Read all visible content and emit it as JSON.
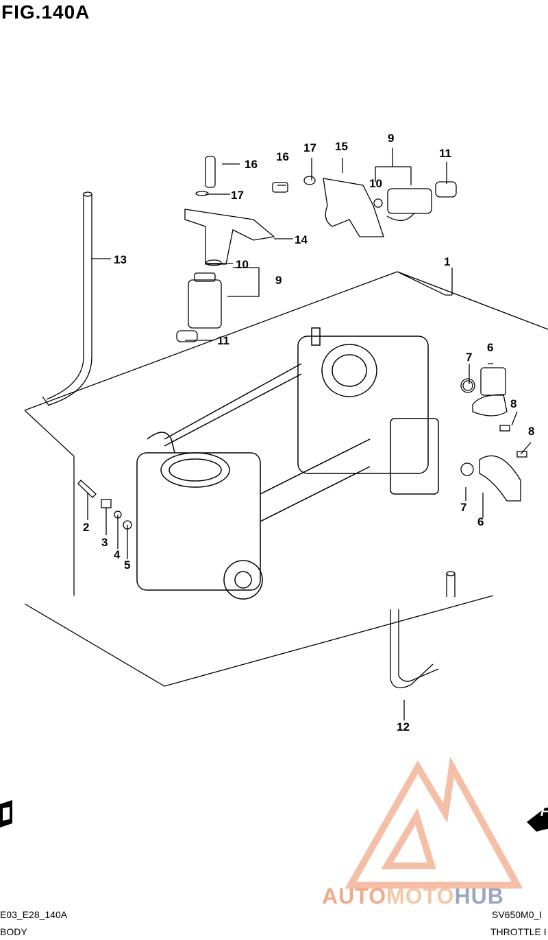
{
  "figure": {
    "title": "FIG.140A"
  },
  "callouts": [
    {
      "id": "c16a",
      "label": "16"
    },
    {
      "id": "c17a",
      "label": "17"
    },
    {
      "id": "c14",
      "label": "14"
    },
    {
      "id": "c10a",
      "label": "10"
    },
    {
      "id": "c9a",
      "label": "9"
    },
    {
      "id": "c11a",
      "label": "11"
    },
    {
      "id": "c13",
      "label": "13"
    },
    {
      "id": "c16b",
      "label": "16"
    },
    {
      "id": "c17b",
      "label": "17"
    },
    {
      "id": "c15",
      "label": "15"
    },
    {
      "id": "c9b",
      "label": "9"
    },
    {
      "id": "c10b",
      "label": "10"
    },
    {
      "id": "c11b",
      "label": "11"
    },
    {
      "id": "c1",
      "label": "1"
    },
    {
      "id": "c7a",
      "label": "7"
    },
    {
      "id": "c6a",
      "label": "6"
    },
    {
      "id": "c8a",
      "label": "8"
    },
    {
      "id": "c8b",
      "label": "8"
    },
    {
      "id": "c7b",
      "label": "7"
    },
    {
      "id": "c6b",
      "label": "6"
    },
    {
      "id": "c2",
      "label": "2"
    },
    {
      "id": "c3",
      "label": "3"
    },
    {
      "id": "c4",
      "label": "4"
    },
    {
      "id": "c5",
      "label": "5"
    },
    {
      "id": "c12",
      "label": "12"
    }
  ],
  "footer": {
    "code_left": "E03_E28_140A",
    "name_left": "BODY",
    "code_right": "SV650M0_I",
    "name_right": "THROTTLE I"
  },
  "direction_mark": {
    "label": "FW"
  },
  "watermark": {
    "part1": "AUTO",
    "part2": "MOTO",
    "part3": "HUB",
    "color_primary": "#f2a98a",
    "color_secondary": "#9aa6c6"
  }
}
